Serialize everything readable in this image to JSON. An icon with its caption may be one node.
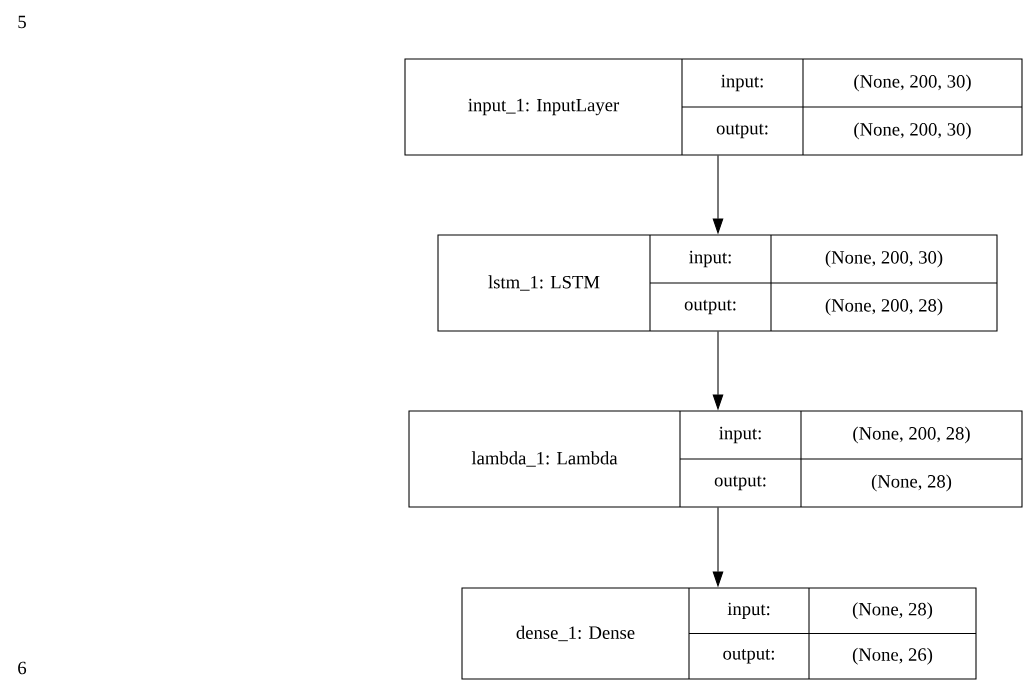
{
  "diagram": {
    "nodes": [
      {
        "text": [
          "input_1: InputLayer",
          "input:",
          "(None, 200, 30)",
          "output:",
          "(None, 200, 30)"
        ]
      },
      {
        "text": [
          "lstm_1: LSTM",
          "input:",
          "(None, 200, 30)",
          "output:",
          "(None, 200, 28)"
        ]
      },
      {
        "text": [
          "lambda_1: Lambda",
          "input:",
          "(None, 200, 28)",
          "output:",
          "(None, 28)"
        ]
      },
      {
        "text": [
          "dense_1: Dense",
          "input:",
          "(None, 28)",
          "output:",
          "(None, 26)"
        ]
      }
    ],
    "edges": [
      {
        "from": 0,
        "to": 1,
        "arrow": "to"
      },
      {
        "from": 1,
        "to": 2,
        "arrow": "to"
      },
      {
        "from": 2,
        "to": 3,
        "arrow": "to"
      }
    ],
    "labels": [
      "5",
      "6"
    ]
  }
}
